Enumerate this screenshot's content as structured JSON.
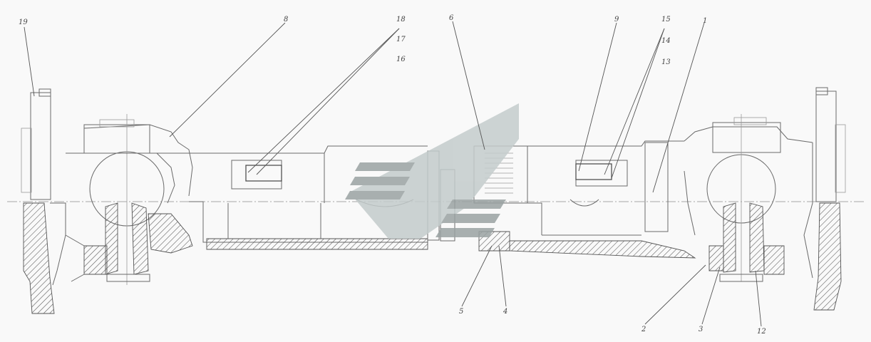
{
  "callouts": [
    {
      "id": "c1",
      "text": "19"
    },
    {
      "id": "c2",
      "text": "8"
    },
    {
      "id": "c3a",
      "text": "18"
    },
    {
      "id": "c3b",
      "text": "17"
    },
    {
      "id": "c3c",
      "text": "16"
    },
    {
      "id": "c4",
      "text": "6"
    },
    {
      "id": "c5",
      "text": "9"
    },
    {
      "id": "c6a",
      "text": "15"
    },
    {
      "id": "c6b",
      "text": "14"
    },
    {
      "id": "c6c",
      "text": "13"
    },
    {
      "id": "c7",
      "text": "1"
    },
    {
      "id": "c8",
      "text": "5"
    },
    {
      "id": "c9",
      "text": "4"
    },
    {
      "id": "c10",
      "text": "2"
    },
    {
      "id": "c11",
      "text": "3"
    },
    {
      "id": "c12",
      "text": "12"
    }
  ],
  "colors": {
    "background": "#f9f9f9",
    "line": "#6a6a6a",
    "watermark_dark": "#9aa3a3",
    "watermark_light": "#c4cccc"
  },
  "icons": {
    "watermark": "stylized-flag-logo-icon"
  }
}
